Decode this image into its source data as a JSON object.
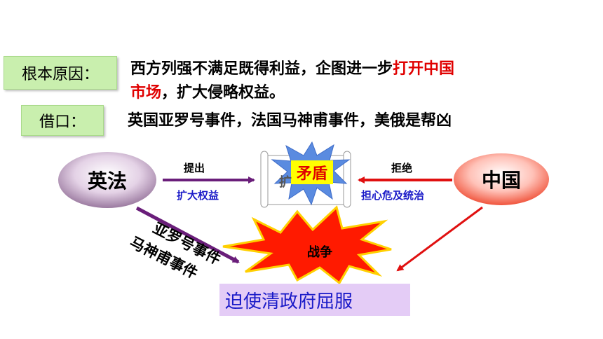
{
  "reasons": {
    "root_label": "根本原因：",
    "root_text_black": "西方列强不满足既得利益，企图进一步",
    "root_text_red_1": "打开中国",
    "root_text_red_2": "市场",
    "root_text_tail": "，扩大侵略权益。",
    "pretext_label": "借口：",
    "pretext_text": "英国亚罗号事件，法国马神甫事件，美俄是帮凶"
  },
  "diagram": {
    "left_node": "英法",
    "right_node": "中国",
    "center_node": "矛盾",
    "center_partial": "扩",
    "left_arrow_top": "提出",
    "left_arrow_bottom": "扩大权益",
    "right_arrow_top": "拒绝",
    "right_arrow_bottom": "担心危及统治",
    "war_node": "战争",
    "event_1": "亚罗号事件",
    "event_2": "马神甫事件",
    "result": "迫使清政府屈服"
  },
  "colors": {
    "label_bg": "#c9efae",
    "accent_red": "#e00000",
    "blue_text": "#1a1ac8",
    "arrow_purple": "#6a1e7a",
    "arrow_red": "#e01010",
    "result_bg": "#e4ccf6"
  }
}
